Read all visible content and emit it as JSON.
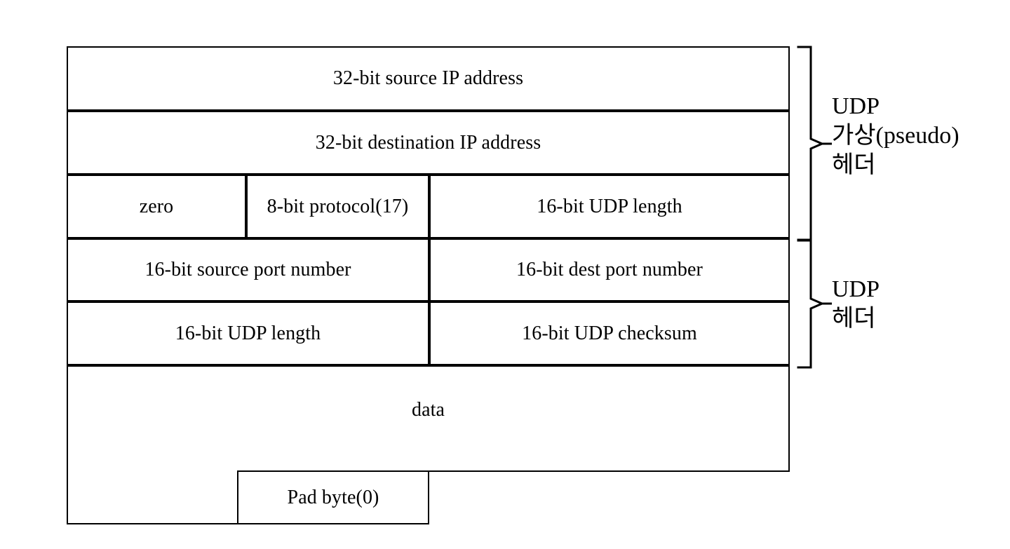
{
  "diagram": {
    "title": "UDP pseudo-header and UDP header checksum layout",
    "line_color": "#000000",
    "background": "#ffffff",
    "rows": [
      {
        "id": "source-ip",
        "fields": [
          {
            "id": "source-ip-field",
            "label": "32-bit source IP address",
            "span": "full"
          }
        ]
      },
      {
        "id": "destination-ip",
        "fields": [
          {
            "id": "destination-ip-field",
            "label": "32-bit destination IP address",
            "span": "full"
          }
        ]
      },
      {
        "id": "zero-protocol-length",
        "fields": [
          {
            "id": "zero-field",
            "label": "zero",
            "span": "quarter"
          },
          {
            "id": "protocol-field",
            "label": "8-bit protocol(17)",
            "span": "quarter"
          },
          {
            "id": "pseudo-udp-length-field",
            "label": "16-bit UDP length",
            "span": "half"
          }
        ]
      },
      {
        "id": "ports",
        "fields": [
          {
            "id": "source-port-field",
            "label": "16-bit source port number",
            "span": "half"
          },
          {
            "id": "dest-port-field",
            "label": "16-bit dest port number",
            "span": "half"
          }
        ]
      },
      {
        "id": "length-checksum",
        "fields": [
          {
            "id": "udp-length-field",
            "label": "16-bit UDP length",
            "span": "half"
          },
          {
            "id": "udp-checksum-field",
            "label": "16-bit UDP checksum",
            "span": "half"
          }
        ]
      },
      {
        "id": "data",
        "fields": [
          {
            "id": "data-field",
            "label": "data",
            "span": "full"
          }
        ]
      },
      {
        "id": "pad",
        "fields": [
          {
            "id": "pad-byte-field",
            "label": "Pad byte(0)",
            "span": "quarter"
          }
        ]
      }
    ],
    "braces": [
      {
        "id": "pseudo-header-brace",
        "label": "UDP\n가상(pseudo)\n헤더",
        "covers": [
          "source-ip",
          "destination-ip",
          "zero-protocol-length"
        ]
      },
      {
        "id": "udp-header-brace",
        "label": "UDP\n헤더",
        "covers": [
          "ports",
          "length-checksum"
        ]
      }
    ]
  }
}
